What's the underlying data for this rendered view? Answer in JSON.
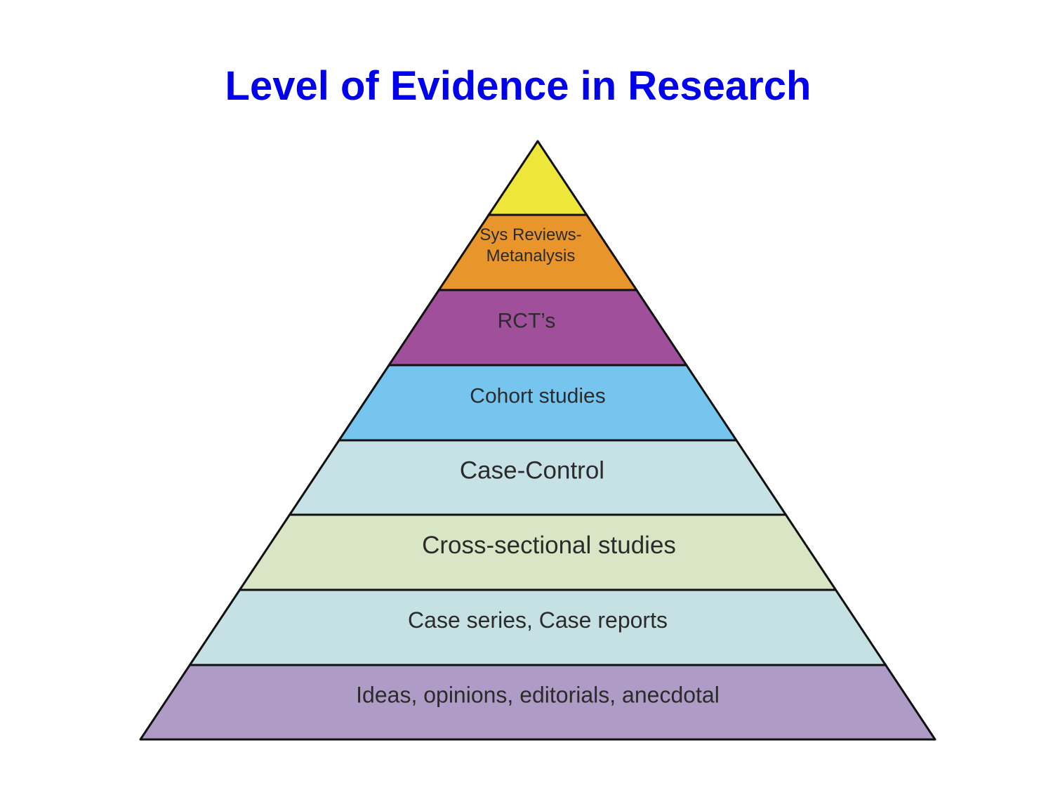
{
  "title": "Level of Evidence in Research",
  "tiers": [
    {
      "lines": [
        ""
      ],
      "color": "#efe63a"
    },
    {
      "lines": [
        "Sys Reviews-",
        "Metanalysis"
      ],
      "color": "#e8952c"
    },
    {
      "lines": [
        "RCT’s"
      ],
      "color": "#a0509a"
    },
    {
      "lines": [
        "Cohort studies"
      ],
      "color": "#76c5ee"
    },
    {
      "lines": [
        "Case-Control"
      ],
      "color": "#c7e2e6"
    },
    {
      "lines": [
        "Cross-sectional studies"
      ],
      "color": "#d9e6c6"
    },
    {
      "lines": [
        "Case series, Case reports"
      ],
      "color": "#c6e1e4"
    },
    {
      "lines": [
        "Ideas, opinions, editorials, anecdotal"
      ],
      "color": "#ae9bc6"
    }
  ]
}
